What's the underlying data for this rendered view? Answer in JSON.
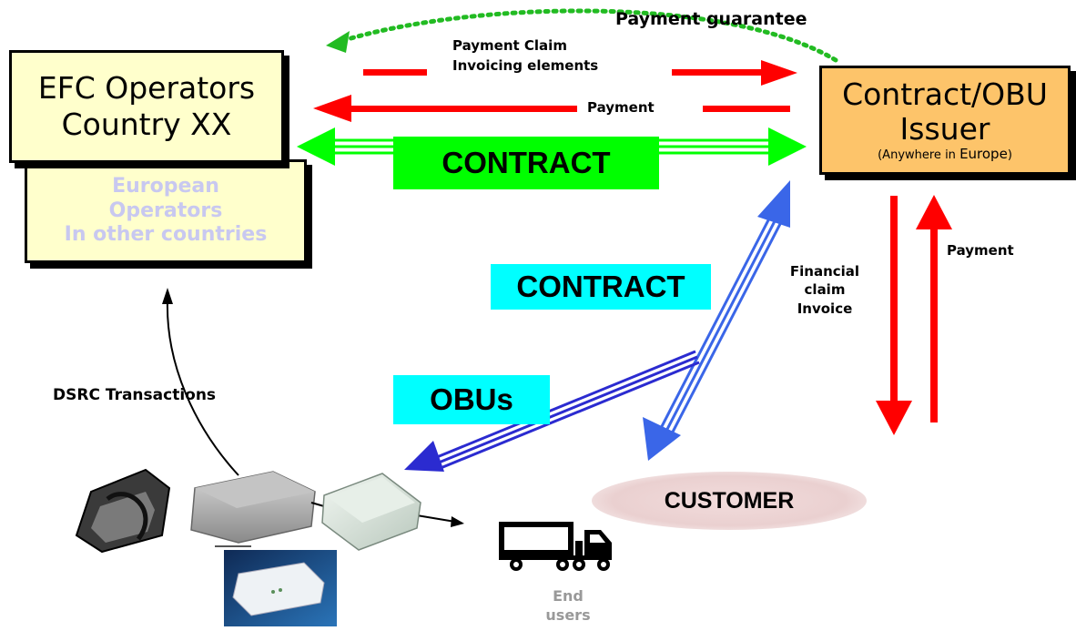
{
  "efc_box": {
    "line1": "EFC Operators",
    "line2": "Country XX"
  },
  "european_box": {
    "line1": "European",
    "line2": "Operators",
    "line3": "In other countries"
  },
  "issuer_box": {
    "line1": "Contract/OBU",
    "line2": "Issuer",
    "sub_prefix": "(Anywhere in ",
    "sub_word": "Europe",
    "sub_suffix": ")"
  },
  "labels": {
    "payment_guarantee": "Payment guarantee",
    "payment_claim_line1": "Payment Claim",
    "payment_claim_line2": "Invoicing elements",
    "payment_top": "Payment",
    "payment_right": "Payment",
    "financial_line1": "Financial",
    "financial_line2": "claim",
    "financial_line3": "Invoice",
    "dsrc": "DSRC Transactions",
    "end_users_line1": "End",
    "end_users_line2": "users"
  },
  "bands": {
    "contract_green": "CONTRACT",
    "contract_cyan": "CONTRACT",
    "obus": "OBUs"
  },
  "customer": "CUSTOMER",
  "colors": {
    "red_arrow": "#ff0000",
    "green_arrow": "#00ff00",
    "blue_arrow": "#3a66e8",
    "dark_blue_arrow": "#2b2bd0",
    "dotted_green": "#22bb22",
    "efc_fill": "#ffffcc",
    "issuer_fill": "#fdc46a"
  },
  "icons": [
    "truck-icon",
    "obu-device-icon"
  ]
}
